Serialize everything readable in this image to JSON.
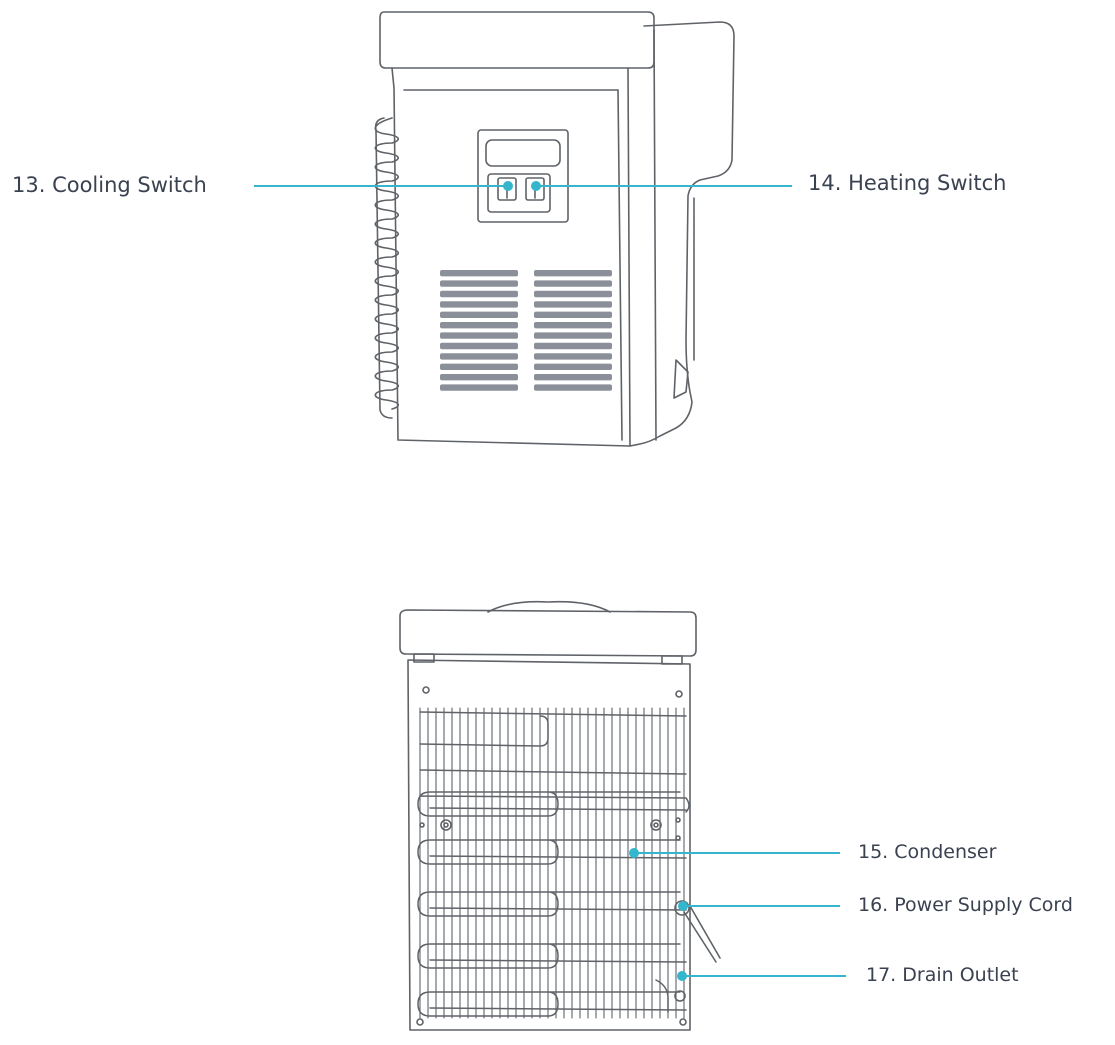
{
  "colors": {
    "outline": "#5f6368",
    "vent": "#8a8f99",
    "callout": "#35b6cc",
    "label": "#3a4150"
  },
  "callouts": {
    "cooling_switch": "13. Cooling Switch",
    "heating_switch": "14. Heating Switch",
    "condenser": "15. Condenser",
    "power_supply_cord": "16. Power Supply Cord",
    "drain_outlet": "17. Drain Outlet"
  }
}
